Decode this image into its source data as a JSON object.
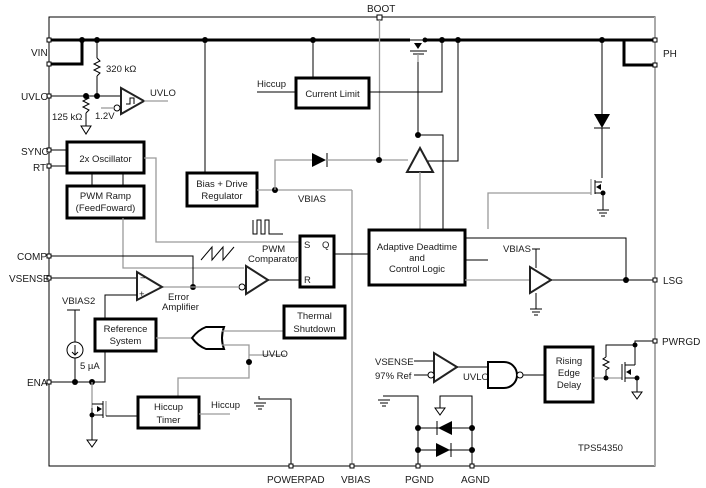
{
  "diagram": {
    "part_number": "TPS54350",
    "pins": {
      "vin": "VIN",
      "uvlo": "UVLO",
      "sync": "SYNC",
      "rt": "RT",
      "comp": "COMP",
      "vsense": "VSENSE",
      "ena": "ENA",
      "boot": "BOOT",
      "ph": "PH",
      "lsg": "LSG",
      "pwrgd": "PWRGD",
      "powerpad": "POWERPAD",
      "vbias": "VBIAS",
      "pgnd": "PGND",
      "agnd": "AGND"
    },
    "blocks": {
      "current_limit": "Current Limit",
      "oscillator": "2x Oscillator",
      "pwm_ramp_1": "PWM Ramp",
      "pwm_ramp_2": "(FeedFoward)",
      "bias_regulator_1": "Bias + Drive",
      "bias_regulator_2": "Regulator",
      "adaptive_1": "Adaptive Deadtime",
      "adaptive_2": "and",
      "adaptive_3": "Control Logic",
      "reference_1": "Reference",
      "reference_2": "System",
      "thermal_1": "Thermal",
      "thermal_2": "Shutdown",
      "hiccup_timer_1": "Hiccup",
      "hiccup_timer_2": "Timer",
      "rising_edge_1": "Rising",
      "rising_edge_2": "Edge",
      "rising_edge_3": "Delay",
      "latch_s": "S",
      "latch_q": "Q",
      "latch_r": "R"
    },
    "labels": {
      "r_top": "320 kΩ",
      "r_bottom": "125 kΩ",
      "uvlo_ref": "1.2V",
      "uvlo_out": "UVLO",
      "hiccup_in": "Hiccup",
      "vbias_node": "VBIAS",
      "pwm_comparator_1": "PWM",
      "pwm_comparator_2": "Comparator",
      "error_amp_1": "Error",
      "error_amp_2": "Amplifier",
      "vbias2": "VBIAS2",
      "current_source": "5 µA",
      "uvlo_or": "UVLO",
      "hiccup_out": "Hiccup",
      "lsg_vbias": "VBIAS",
      "pg_vsense": "VSENSE",
      "pg_ref": "97% Ref",
      "pg_uvlo": "UVLO",
      "minus": "−",
      "plus": "+"
    }
  }
}
